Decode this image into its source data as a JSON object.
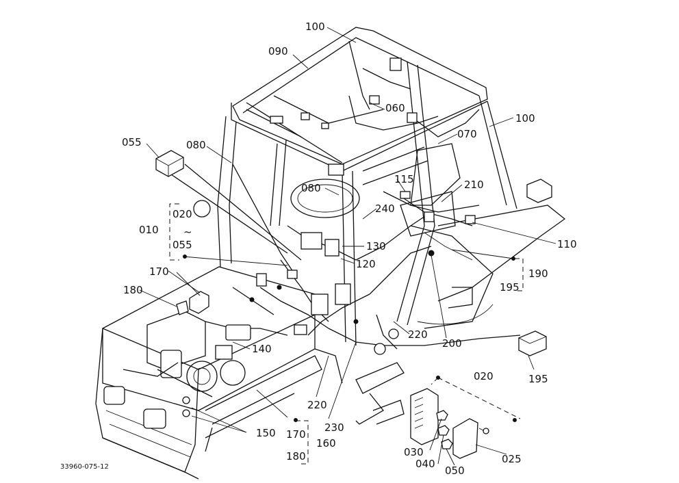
{
  "callouts": [
    {
      "id": "c100a",
      "text": "100"
    },
    {
      "id": "c090",
      "text": "090"
    },
    {
      "id": "c060",
      "text": "060"
    },
    {
      "id": "c100b",
      "text": "100"
    },
    {
      "id": "c070",
      "text": "070"
    },
    {
      "id": "c055a",
      "text": "055"
    },
    {
      "id": "c080a",
      "text": "080"
    },
    {
      "id": "c115",
      "text": "115"
    },
    {
      "id": "c210",
      "text": "210"
    },
    {
      "id": "c080b",
      "text": "080"
    },
    {
      "id": "c240",
      "text": "240"
    },
    {
      "id": "c020a",
      "text": "020"
    },
    {
      "id": "c010",
      "text": "010"
    },
    {
      "id": "c055b",
      "text": "055"
    },
    {
      "id": "c110",
      "text": "110"
    },
    {
      "id": "c130",
      "text": "130"
    },
    {
      "id": "c120",
      "text": "120"
    },
    {
      "id": "c190",
      "text": "190"
    },
    {
      "id": "c195a",
      "text": "195"
    },
    {
      "id": "c170a",
      "text": "170"
    },
    {
      "id": "c180a",
      "text": "180"
    },
    {
      "id": "c220a",
      "text": "220"
    },
    {
      "id": "c200",
      "text": "200"
    },
    {
      "id": "c140",
      "text": "140"
    },
    {
      "id": "c195b",
      "text": "195"
    },
    {
      "id": "c020b",
      "text": "020"
    },
    {
      "id": "c220b",
      "text": "220"
    },
    {
      "id": "c230",
      "text": "230"
    },
    {
      "id": "c150",
      "text": "150"
    },
    {
      "id": "c170b",
      "text": "170"
    },
    {
      "id": "c160",
      "text": "160"
    },
    {
      "id": "c180b",
      "text": "180"
    },
    {
      "id": "c030",
      "text": "030"
    },
    {
      "id": "c025",
      "text": "025"
    },
    {
      "id": "c040",
      "text": "040"
    },
    {
      "id": "c050",
      "text": "050"
    }
  ],
  "reference_code": "33960-075-12",
  "tilde_mark": "~"
}
